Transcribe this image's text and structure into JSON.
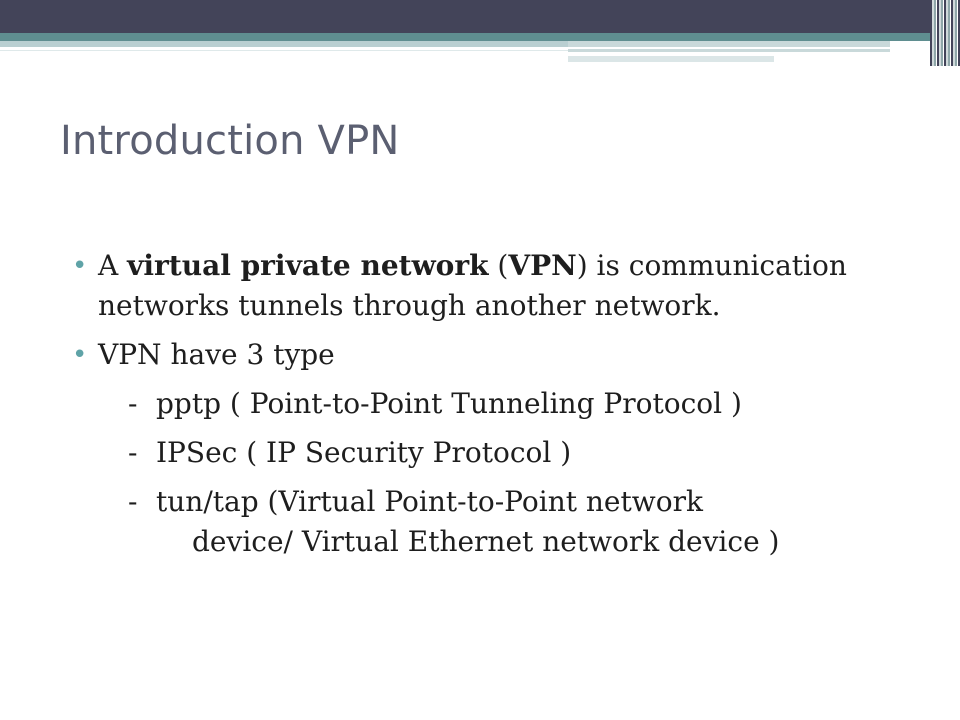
{
  "slide": {
    "title": "Introduction VPN",
    "bullets": [
      {
        "marker": "•",
        "text_1": "A ",
        "bold_1": "virtual private network",
        "text_2": " (",
        "bold_2": "VPN",
        "text_3": ") is communication networks tunnels through another network."
      },
      {
        "marker": "•",
        "text": "VPN have 3 type",
        "types": [
          {
            "dash": "-",
            "label": "pptp ( Point-to-Point Tunneling Protocol )"
          },
          {
            "dash": "-",
            "label": "IPSec ( IP Security Protocol )"
          },
          {
            "dash": "-",
            "label": "tun/tap (Virtual Point-to-Point network",
            "continuation": "device/ Virtual Ethernet network device )"
          }
        ]
      }
    ]
  },
  "colors": {
    "header_dark": "#434459",
    "header_teal": "#5f8e90",
    "title": "#5b5f71",
    "bullet": "#5fa3a7",
    "body_text": "#1e1e1e"
  }
}
